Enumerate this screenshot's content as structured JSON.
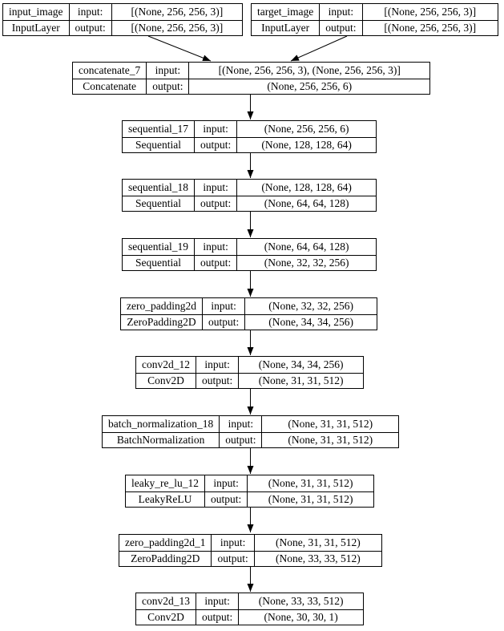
{
  "diagram": {
    "labels": {
      "input": "input:",
      "output": "output:"
    },
    "colors": {
      "border": "#000000",
      "background": "#ffffff",
      "text": "#000000",
      "edge": "#000000"
    },
    "nodes": [
      {
        "name": "input_image",
        "type": "InputLayer",
        "input": "[(None, 256, 256, 3)]",
        "output": "[(None, 256, 256, 3)]"
      },
      {
        "name": "target_image",
        "type": "InputLayer",
        "input": "[(None, 256, 256, 3)]",
        "output": "[(None, 256, 256, 3)]"
      },
      {
        "name": "concatenate_7",
        "type": "Concatenate",
        "input": "[(None, 256, 256, 3), (None, 256, 256, 3)]",
        "output": "(None, 256, 256, 6)"
      },
      {
        "name": "sequential_17",
        "type": "Sequential",
        "input": "(None, 256, 256, 6)",
        "output": "(None, 128, 128, 64)"
      },
      {
        "name": "sequential_18",
        "type": "Sequential",
        "input": "(None, 128, 128, 64)",
        "output": "(None, 64, 64, 128)"
      },
      {
        "name": "sequential_19",
        "type": "Sequential",
        "input": "(None, 64, 64, 128)",
        "output": "(None, 32, 32, 256)"
      },
      {
        "name": "zero_padding2d",
        "type": "ZeroPadding2D",
        "input": "(None, 32, 32, 256)",
        "output": "(None, 34, 34, 256)"
      },
      {
        "name": "conv2d_12",
        "type": "Conv2D",
        "input": "(None, 34, 34, 256)",
        "output": "(None, 31, 31, 512)"
      },
      {
        "name": "batch_normalization_18",
        "type": "BatchNormalization",
        "input": "(None, 31, 31, 512)",
        "output": "(None, 31, 31, 512)"
      },
      {
        "name": "leaky_re_lu_12",
        "type": "LeakyReLU",
        "input": "(None, 31, 31, 512)",
        "output": "(None, 31, 31, 512)"
      },
      {
        "name": "zero_padding2d_1",
        "type": "ZeroPadding2D",
        "input": "(None, 31, 31, 512)",
        "output": "(None, 33, 33, 512)"
      },
      {
        "name": "conv2d_13",
        "type": "Conv2D",
        "input": "(None, 33, 33, 512)",
        "output": "(None, 30, 30, 1)"
      }
    ],
    "edges": [
      {
        "from": "input_image",
        "to": "concatenate_7"
      },
      {
        "from": "target_image",
        "to": "concatenate_7"
      },
      {
        "from": "concatenate_7",
        "to": "sequential_17"
      },
      {
        "from": "sequential_17",
        "to": "sequential_18"
      },
      {
        "from": "sequential_18",
        "to": "sequential_19"
      },
      {
        "from": "sequential_19",
        "to": "zero_padding2d"
      },
      {
        "from": "zero_padding2d",
        "to": "conv2d_12"
      },
      {
        "from": "conv2d_12",
        "to": "batch_normalization_18"
      },
      {
        "from": "batch_normalization_18",
        "to": "leaky_re_lu_12"
      },
      {
        "from": "leaky_re_lu_12",
        "to": "zero_padding2d_1"
      },
      {
        "from": "zero_padding2d_1",
        "to": "conv2d_13"
      }
    ]
  }
}
